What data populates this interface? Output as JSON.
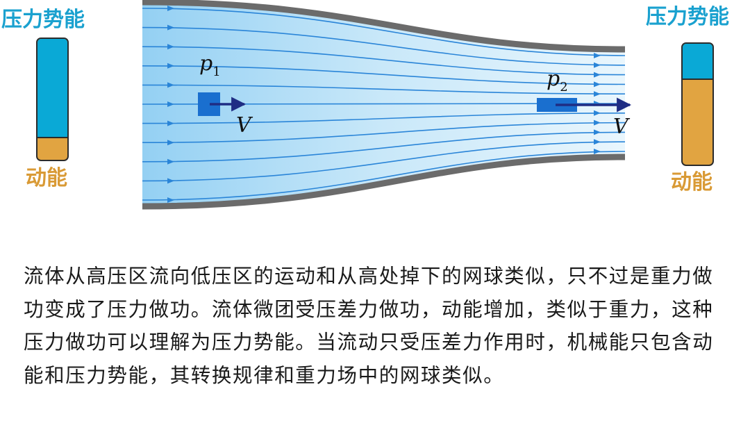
{
  "left_meter": {
    "pressure_label": "压力势能",
    "kinetic_label": "动能",
    "pressure_fraction": 0.82
  },
  "right_meter": {
    "pressure_label": "压力势能",
    "kinetic_label": "动能",
    "pressure_fraction": 0.3
  },
  "pipe": {
    "inlet_pressure": {
      "symbol": "p",
      "subscript": "1"
    },
    "outlet_pressure": {
      "symbol": "p",
      "subscript": "2"
    },
    "inlet_velocity": "V",
    "outlet_velocity": "V"
  },
  "colors": {
    "pressure": "#0aa9d6",
    "kinetic": "#e1a441",
    "label_pressure": "#1aa1cf",
    "label_kinetic": "#d99a35",
    "streamline": "#2a85d8",
    "fluid_parcel": "#1a6fcf",
    "velocity_arrow": "#1f2d84",
    "pipe_wall": "#6b6b6b"
  },
  "caption": "流体从高压区流向低压区的运动和从高处掉下的网球类似，只不过是重力做功变成了压力做功。流体微团受压差力做功，动能增加，类似于重力，这种压力做功可以理解为压力势能。当流动只受压差力作用时，机械能只包含动能和压力势能，其转换规律和重力场中的网球类似。"
}
